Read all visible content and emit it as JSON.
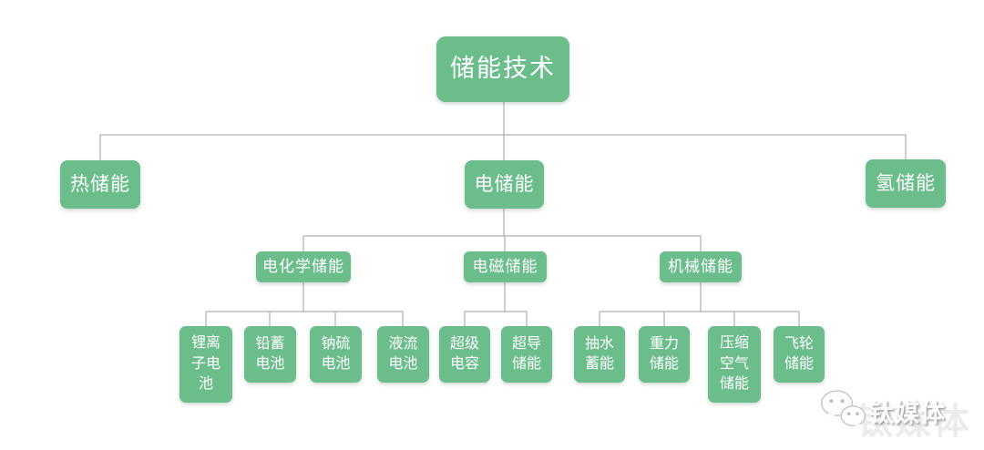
{
  "colors": {
    "background": "#ffffff",
    "node_bg": "#6cbd8c",
    "node_text": "#ffffff",
    "connector": "#9e9e9e"
  },
  "tree": {
    "label": "储能技术",
    "children": [
      {
        "label": "热储能",
        "children": []
      },
      {
        "label": "电储能",
        "children": [
          {
            "label": "电化学储能",
            "children": [
              {
                "label": "锂离子电池"
              },
              {
                "label": "铅蓄电池"
              },
              {
                "label": "钠硫电池"
              },
              {
                "label": "液流电池"
              }
            ]
          },
          {
            "label": "电磁储能",
            "children": [
              {
                "label": "超级电容"
              },
              {
                "label": "超导储能"
              }
            ]
          },
          {
            "label": "机械储能",
            "children": [
              {
                "label": "抽水蓄能"
              },
              {
                "label": "重力储能"
              },
              {
                "label": "压缩空气储能"
              },
              {
                "label": "飞轮储能"
              }
            ]
          }
        ]
      },
      {
        "label": "氢储能",
        "children": []
      }
    ]
  },
  "watermark": {
    "brand": "钛媒体",
    "icon": "wechat-chat-bubbles-icon"
  }
}
